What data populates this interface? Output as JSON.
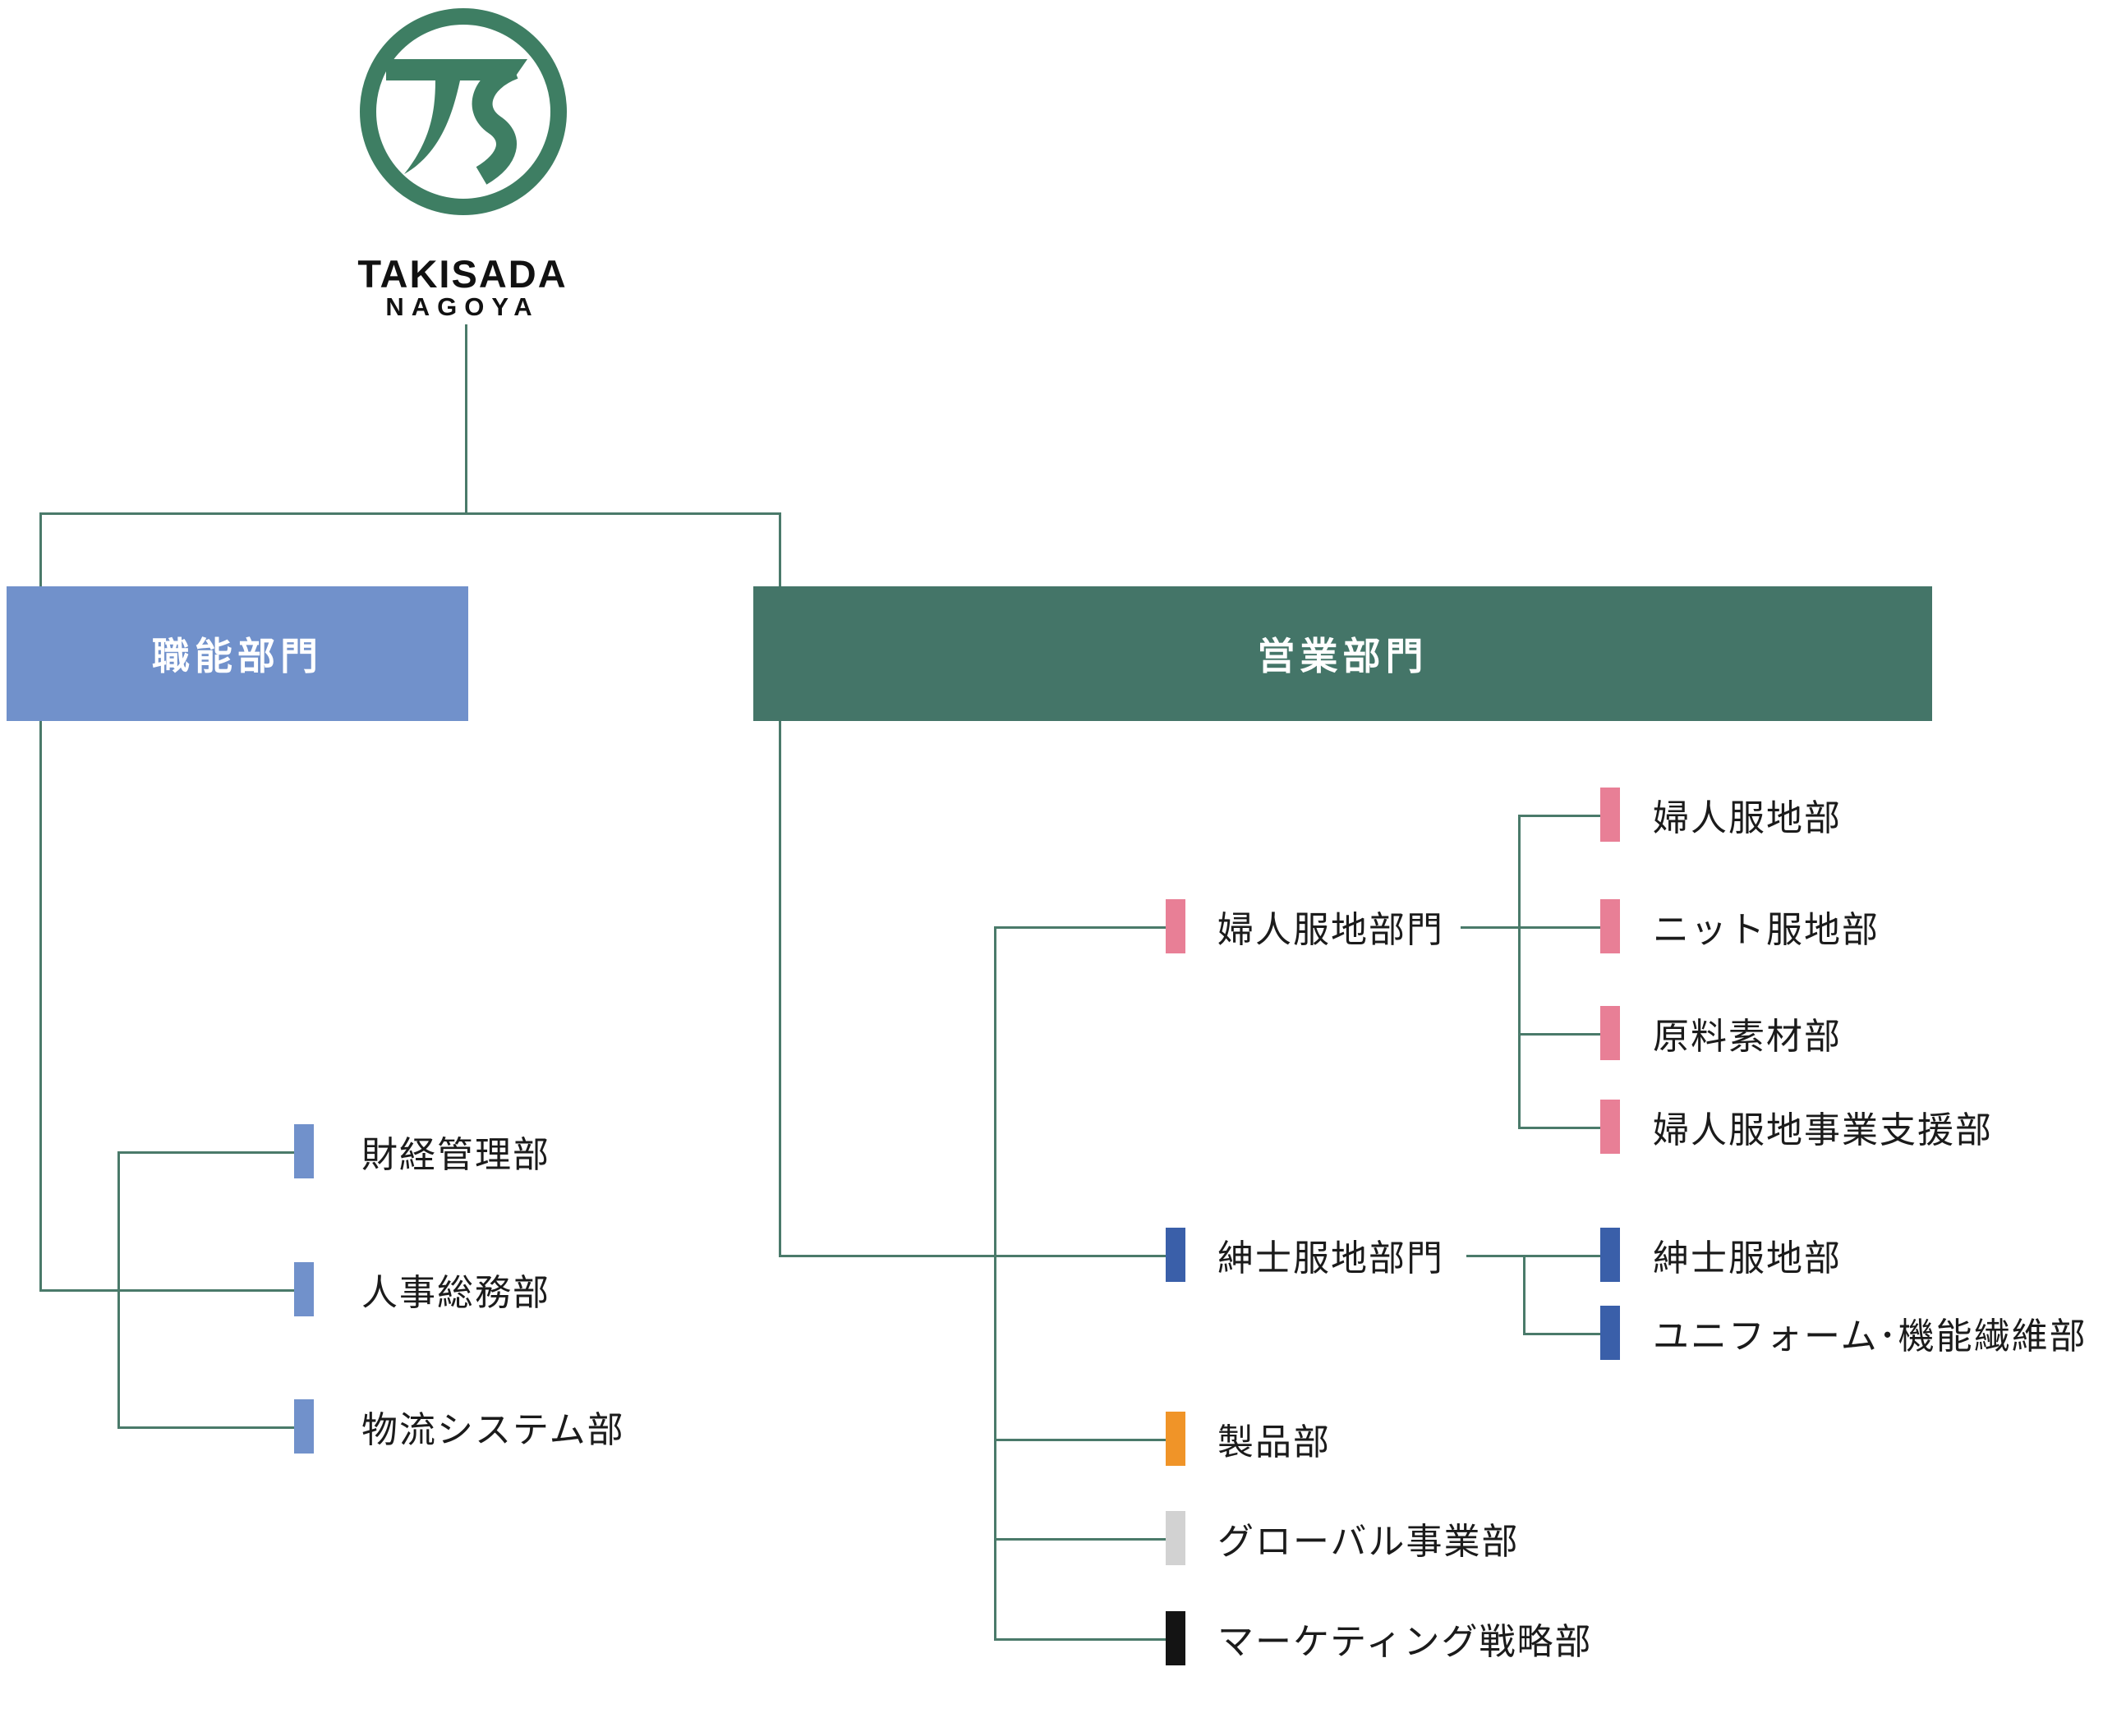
{
  "brand": {
    "logo_monogram": "TS",
    "name": "TAKISADA",
    "city": "NAGOYA"
  },
  "colors": {
    "line": "#4a7a6a",
    "logo-green": "#3e7e63",
    "func-blue": "#7191cb",
    "sales-green": "#447568",
    "pink": "#e87f96",
    "navy": "#3a5fa9",
    "orange": "#f09428",
    "gray": "#d2d2d2",
    "black": "#141414",
    "text": "#1b1b1b"
  },
  "functional": {
    "title": "職能部門",
    "departments": [
      "財経管理部",
      "人事総務部",
      "物流システム部"
    ]
  },
  "sales": {
    "title": "営業部門",
    "fujin": {
      "label": "婦人服地部門",
      "children": [
        "婦人服地部",
        "ニット服地部",
        "原料素材部",
        "婦人服地事業支援部"
      ]
    },
    "shinshi": {
      "label": "紳士服地部門",
      "children": [
        "紳士服地部",
        "ユニフォーム･機能繊維部"
      ]
    },
    "direct": [
      "製品部",
      "グローバル事業部",
      "マーケティング戦略部"
    ]
  }
}
